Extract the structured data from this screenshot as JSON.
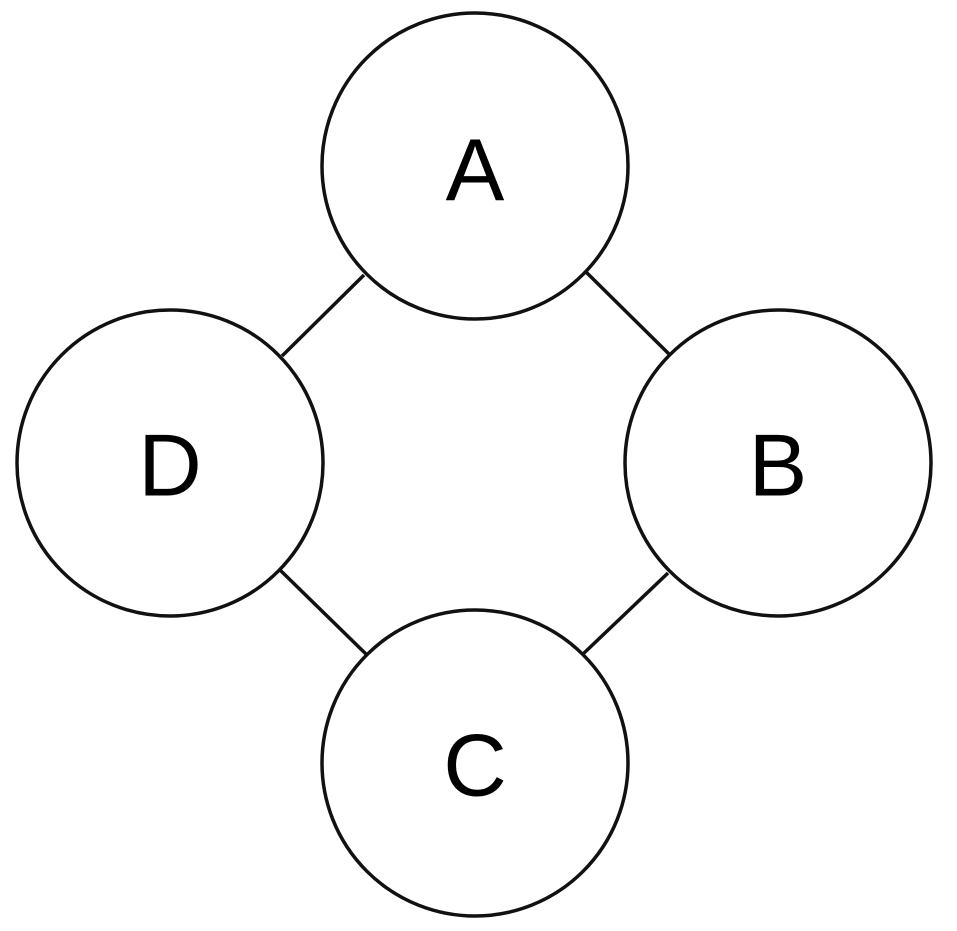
{
  "nodes": [
    {
      "id": "A",
      "label": "A"
    },
    {
      "id": "B",
      "label": "B"
    },
    {
      "id": "C",
      "label": "C"
    },
    {
      "id": "D",
      "label": "D"
    }
  ],
  "edges": [
    {
      "from": "A",
      "to": "B"
    },
    {
      "from": "B",
      "to": "C"
    },
    {
      "from": "C",
      "to": "D"
    },
    {
      "from": "D",
      "to": "A"
    }
  ],
  "colors": {
    "stroke": "#111111",
    "fill": "#ffffff",
    "label": "#000000",
    "background": "#ffffff"
  }
}
